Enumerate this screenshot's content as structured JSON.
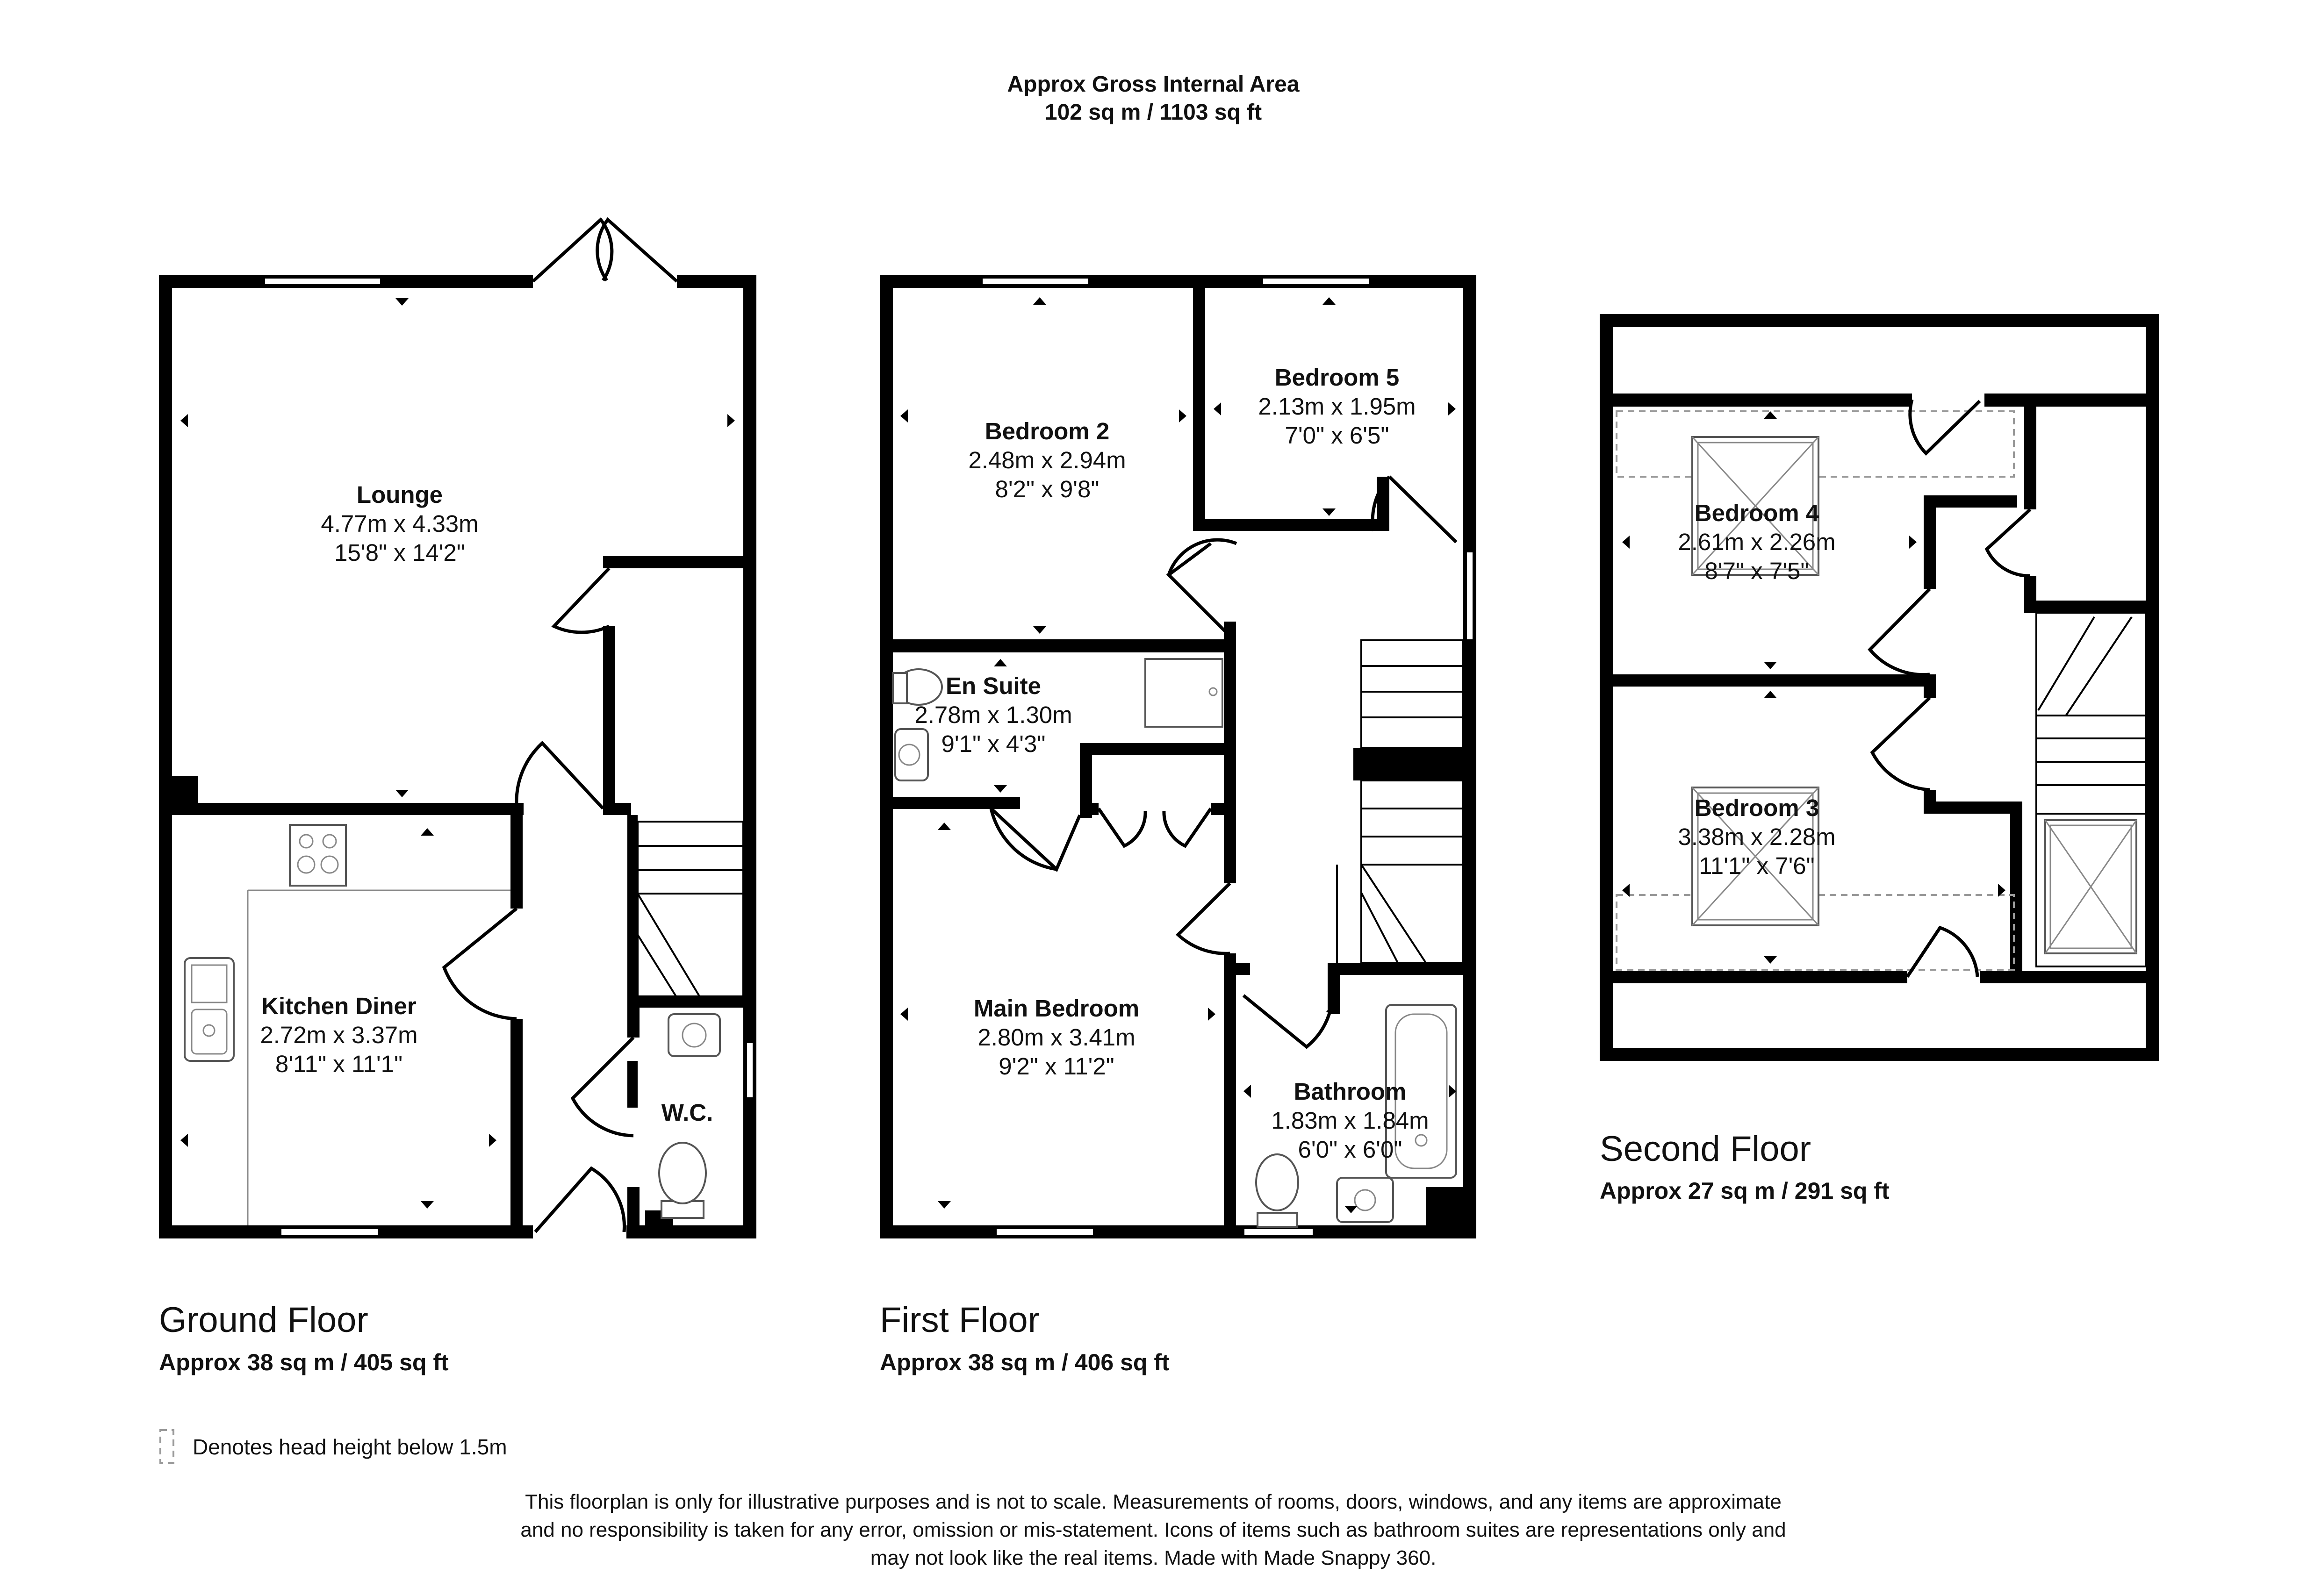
{
  "header": {
    "line1": "Approx Gross Internal Area",
    "line2": "102 sq m / 1103 sq ft"
  },
  "floors": {
    "ground": {
      "name": "Ground Floor",
      "area": "Approx 38 sq m / 405 sq ft"
    },
    "first": {
      "name": "First Floor",
      "area": "Approx 38 sq m / 406 sq ft"
    },
    "second": {
      "name": "Second Floor",
      "area": "Approx 27 sq m / 291 sq ft"
    }
  },
  "rooms": {
    "lounge": {
      "name": "Lounge",
      "metric": "4.77m x 4.33m",
      "imperial": "15'8\" x 14'2\""
    },
    "kitchen": {
      "name": "Kitchen Diner",
      "metric": "2.72m x 3.37m",
      "imperial": "8'11\" x 11'1\""
    },
    "wc": {
      "name": "W.C."
    },
    "bedroom2": {
      "name": "Bedroom 2",
      "metric": "2.48m x 2.94m",
      "imperial": "8'2\" x 9'8\""
    },
    "bedroom5": {
      "name": "Bedroom 5",
      "metric": "2.13m x 1.95m",
      "imperial": "7'0\" x 6'5\""
    },
    "ensuite": {
      "name": "En Suite",
      "metric": "2.78m x 1.30m",
      "imperial": "9'1\" x 4'3\""
    },
    "main_bedroom": {
      "name": "Main Bedroom",
      "metric": "2.80m x 3.41m",
      "imperial": "9'2\" x 11'2\""
    },
    "bathroom": {
      "name": "Bathroom",
      "metric": "1.83m x 1.84m",
      "imperial": "6'0\" x 6'0\""
    },
    "bedroom4": {
      "name": "Bedroom 4",
      "metric": "2.61m x 2.26m",
      "imperial": "8'7\" x 7'5\""
    },
    "bedroom3": {
      "name": "Bedroom 3",
      "metric": "3.38m x 2.28m",
      "imperial": "11'1\" x 7'6\""
    }
  },
  "legend": {
    "text": "Denotes head height below 1.5m"
  },
  "disclaimer": {
    "line1": "This floorplan is only for illustrative purposes and is not to scale. Measurements of rooms, doors, windows, and any items are approximate",
    "line2": "and no responsibility is taken for any error, omission or mis-statement. Icons of items such as bathroom suites are representations only and",
    "line3": "may not look like the real items. Made with Made Snappy 360."
  }
}
